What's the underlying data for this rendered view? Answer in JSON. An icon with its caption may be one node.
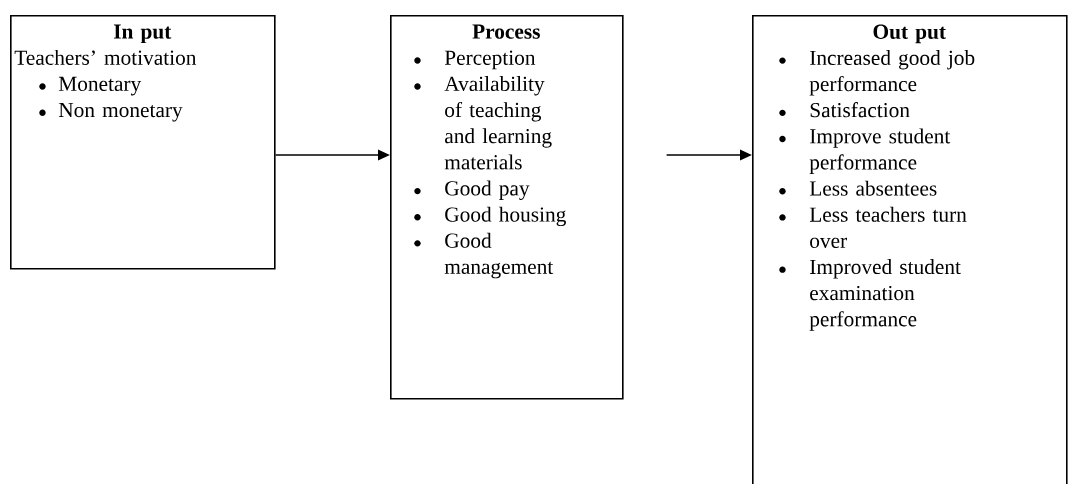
{
  "diagram": {
    "nodes": [
      {
        "text": [
          "In put",
          "Teachers’ motivation",
          "Monetary",
          "Non monetary"
        ]
      },
      {
        "text": [
          "Process",
          "Perception",
          "Availability of teaching and learning materials",
          "Good pay",
          "Good housing",
          "Good management"
        ]
      },
      {
        "text": [
          "Out put",
          "Increased good job performance",
          "Satisfaction",
          "Improve student performance",
          "Less absentees",
          "Less teachers turn over",
          "Improved student examination performance"
        ]
      }
    ],
    "edges": [
      {
        "from": 0,
        "to": 1,
        "arrow": "to"
      },
      {
        "from": 1,
        "to": 2,
        "arrow": "to"
      }
    ]
  }
}
